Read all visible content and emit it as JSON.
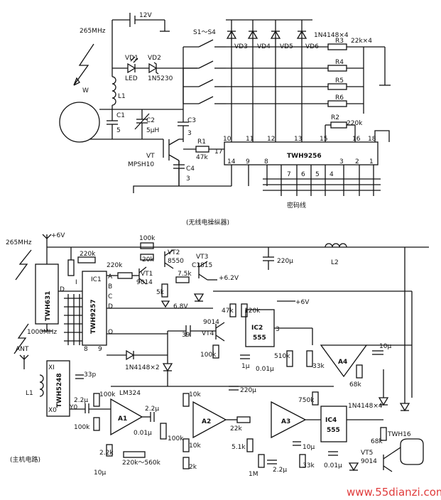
{
  "top": {
    "supply": "12V",
    "freq": "265MHz",
    "antenna": "W",
    "led": "LED",
    "vd1": "VD1",
    "vd2": "VD2",
    "zener": "1N5230",
    "switches": "S1～S4",
    "diodes": [
      "VD3",
      "VD4",
      "VD5",
      "VD6"
    ],
    "diode_part": "1N4148×4",
    "r3": "R3",
    "r3_val": "22k×4",
    "r4": "R4",
    "r5": "R5",
    "r6": "R6",
    "r2": "R2",
    "r2_val": "220k",
    "l1": "L1",
    "c1": "C1",
    "c1_val": "5",
    "c2": "C2",
    "c2_val": "5μH",
    "c3": "C3",
    "c3_val": "3",
    "c4": "C4",
    "c4_val": "3",
    "vt": "VT",
    "vt_part": "MPSH10",
    "r1": "R1",
    "r1_val": "47k",
    "ic": "TWH9256",
    "pins_top": [
      "10",
      "11",
      "12",
      "13",
      "15",
      "16",
      "18"
    ],
    "pin17": "17",
    "pins_bottom": [
      "14",
      "9",
      "8",
      "7",
      "6",
      "5",
      "4",
      "3",
      "2",
      "1"
    ],
    "code_lines": "密码线",
    "caption": "(无线电操纵器)"
  },
  "bottom": {
    "freq": "265MHz",
    "vplus": "+6V",
    "rx_ic": "TWH631",
    "dec_ic": "TWH9257",
    "ic1": "IC1",
    "r220k_a": "220k",
    "r220k_b": "220k",
    "pin_d": "D",
    "pin_a": "A",
    "pin_b": "B",
    "pin_c": "C",
    "pin_i": "I",
    "pin_o": "O",
    "pin8": "8",
    "pin9": "9",
    "r100k": "100k",
    "r20k": "20k",
    "vt1": "VT1",
    "vt1_part": "9014",
    "vt2": "VT2",
    "vt2_part": "8550",
    "vt3": "VT3",
    "vt3_part": "C1815",
    "r7_5k": "7.5k",
    "v62": "+6.2V",
    "r5k": "5k",
    "v68": "6.8V",
    "c220u": "220μ",
    "l2": "L2",
    "vplus2": "+6V",
    "r47k": "47k",
    "r120k": "120k",
    "ic2": "IC2",
    "ic2_part": "555",
    "pin3": "3",
    "c39": "39",
    "vt4_part": "9014",
    "vt4": "VT4",
    "r100k_b": "100k",
    "c1u": "1μ",
    "c001": "0.01μ",
    "r510k": "510k",
    "r33k": "33k",
    "a4": "A4",
    "r68k": "68k",
    "c10u": "10μ",
    "ant": "ANT",
    "freq2": "1000MHz",
    "diode_part": "1N4148×2",
    "osc_ic": "TWH5248",
    "xi": "XI",
    "yo": "Y0",
    "xo": "X0",
    "l1": "L1",
    "c33p": "33p",
    "c22u": "2.2μ",
    "r100k_c": "100k",
    "r100k_d": "100k",
    "lm324": "LM324",
    "a1": "A1",
    "c22u_b": "2.2μ",
    "c001_b": "0.01μ",
    "r100k_e": "100k",
    "r10k": "10k",
    "a2": "A2",
    "r10k_b": "10k",
    "r2k": "2k",
    "c220u_b": "220μ",
    "r22k": "22k",
    "a3": "A3",
    "r750k": "750k",
    "ic4": "IC4",
    "ic4_part": "555",
    "diode_part2": "1N4148×4",
    "r68k_b": "68k",
    "twh": "TWH16",
    "vt5": "VT5",
    "vt5_part": "9014",
    "r5_1k": "5.1k",
    "c10u_b": "10μ",
    "r33k_b": "33k",
    "r1m": "1M",
    "c22u_c": "2.2μ",
    "c001_c": "0.01μ",
    "r2_2k": "2.2k",
    "r220k_560k": "220k～560k",
    "c10u_c": "10μ",
    "caption": "(主机电路)"
  },
  "watermark": "www.55dianzi.com"
}
